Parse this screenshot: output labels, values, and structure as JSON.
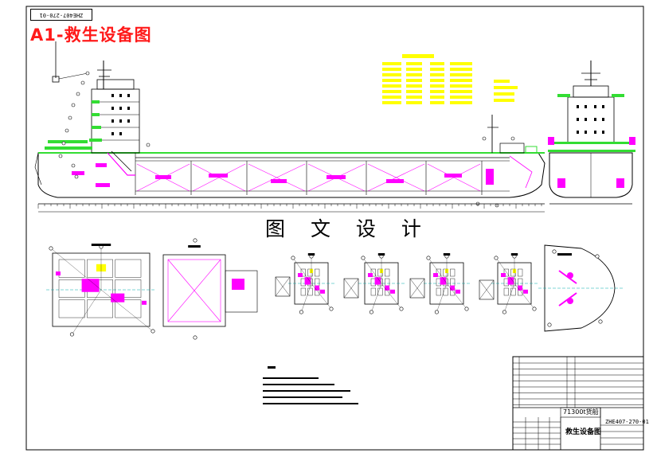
{
  "drawing": {
    "stamp_code": "ZHE407-270-01",
    "title": "A1-救生设备图",
    "center_caption": "图 文 设 计"
  },
  "views": {
    "plan_views": [
      {
        "id": "main-deck"
      },
      {
        "id": "deck-1"
      },
      {
        "id": "deck-2"
      },
      {
        "id": "deck-3"
      },
      {
        "id": "deck-4"
      },
      {
        "id": "forecastle"
      }
    ]
  },
  "title_block": {
    "ship_type": "71300t货船",
    "drawing_name": "救生设备图",
    "drawing_no": "ZHE407-270-01"
  },
  "colors": {
    "equipment": "#ff00ff",
    "deck_highlight": "#33dd33",
    "text_legend": "#ffff00",
    "title": "#ff1a1a",
    "line": "#000000",
    "cyan": "#00aaaa"
  }
}
